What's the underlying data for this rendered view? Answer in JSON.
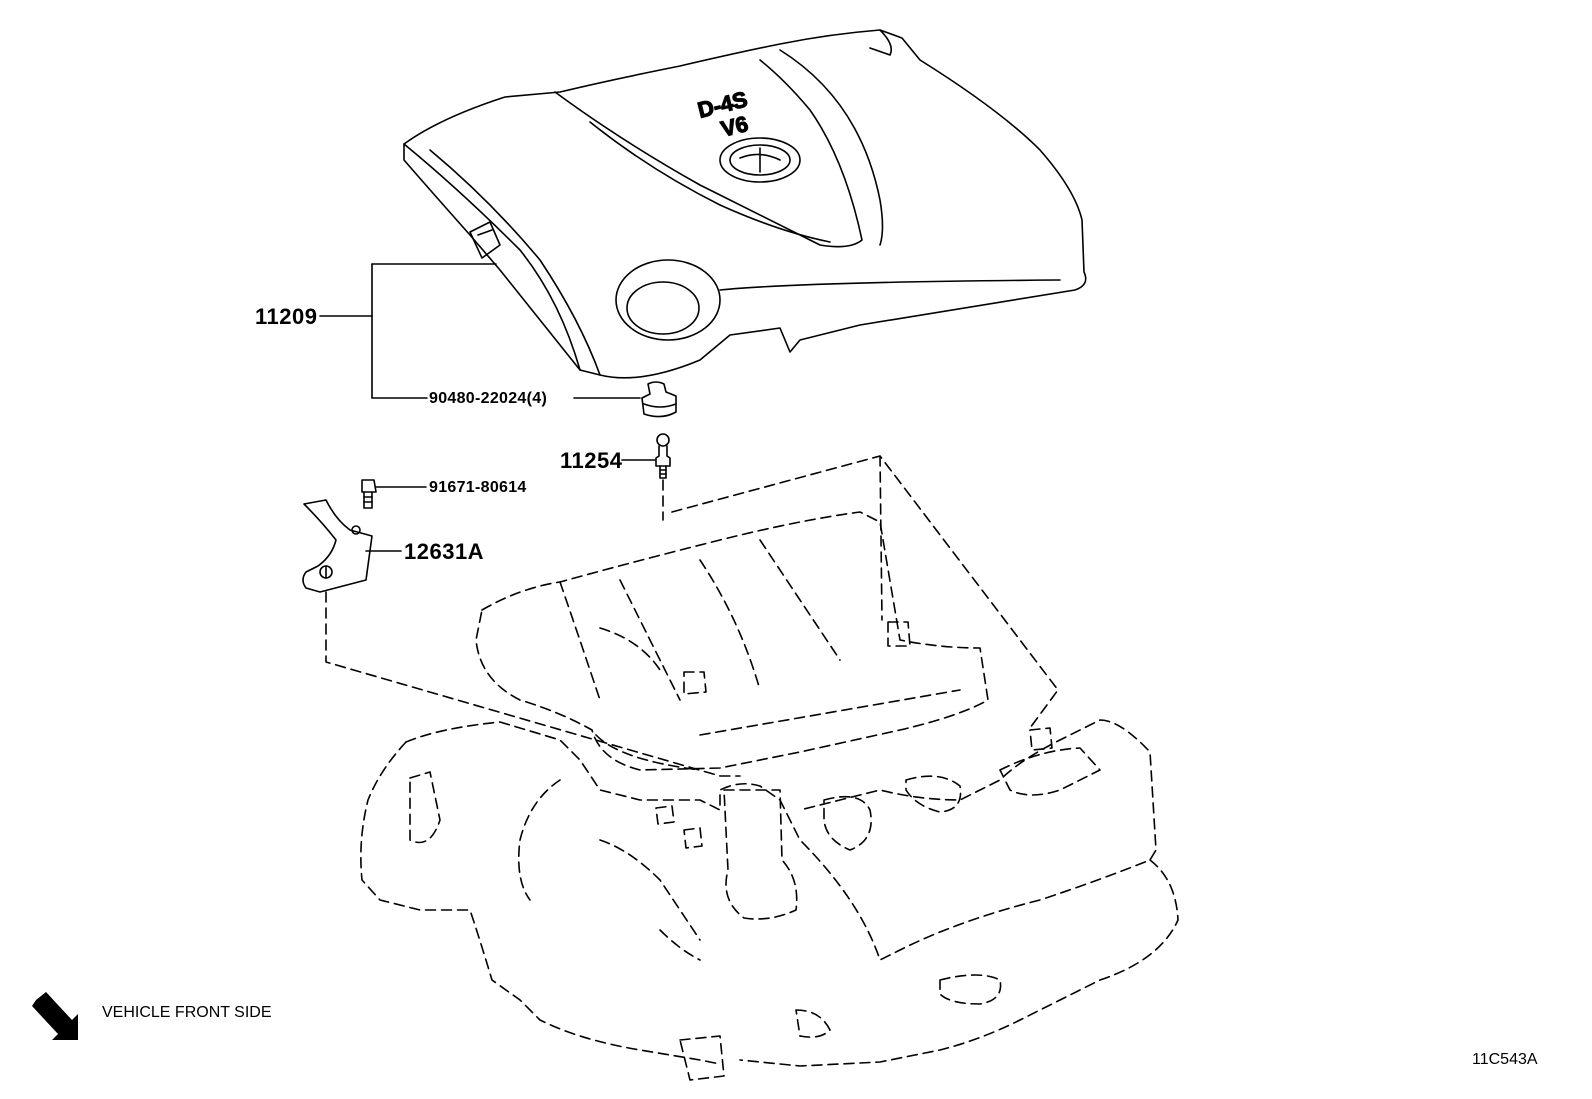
{
  "part_numbers": {
    "cover": "11209",
    "grommet": "90480-22024(4)",
    "stud": "11254",
    "bolt": "91671-80614",
    "bracket": "12631A"
  },
  "cover_emblem": {
    "line1": "D-4S",
    "line2": "V6"
  },
  "orientation_label": "VEHICLE FRONT SIDE",
  "diagram_id": "11C543A"
}
